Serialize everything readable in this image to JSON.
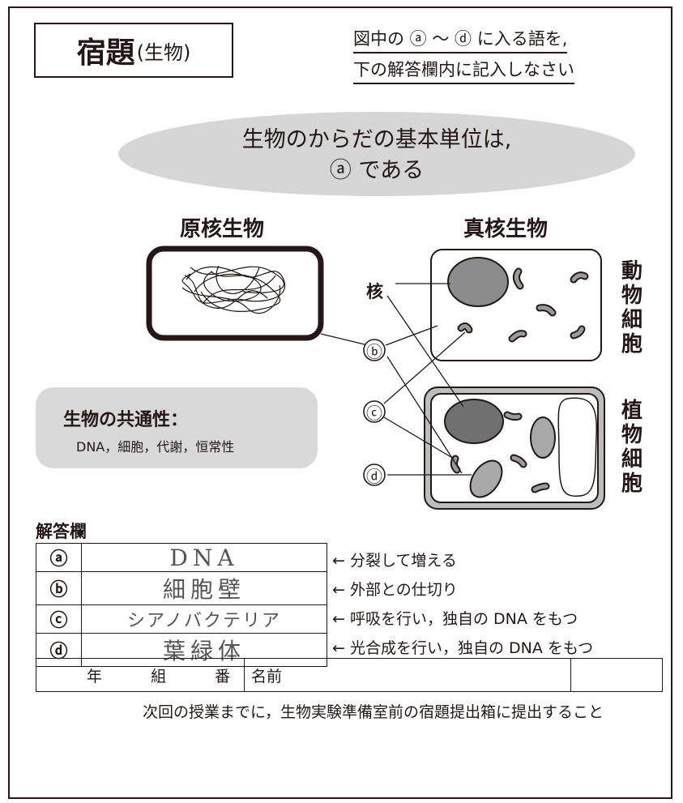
{
  "header": {
    "title_main": "宿題",
    "title_sub": "(生物)",
    "instruction_line1": "図中の ⓐ ～ ⓓ に入る語を,",
    "instruction_line2": "下の解答欄内に記入しなさい"
  },
  "headline": {
    "line1": "生物のからだの基本単位は,",
    "line2": "ⓐ である"
  },
  "diagram": {
    "prokaryote_label": "原核生物",
    "eukaryote_label": "真核生物",
    "animal_cell_label": "動物細胞",
    "plant_cell_label": "植物細胞",
    "nucleus_label": "核",
    "marker_b": "ⓑ",
    "marker_c": "ⓒ",
    "marker_d": "ⓓ"
  },
  "common_traits": {
    "title": "生物の共通性：",
    "list": "DNA，細胞，代謝，恒常性"
  },
  "answer_section": {
    "heading": "解答欄",
    "rows": [
      {
        "label": "ⓐ",
        "answer": "DNA",
        "hint": "← 分裂して増える"
      },
      {
        "label": "ⓑ",
        "answer": "細胞壁",
        "hint": "← 外部との仕切り"
      },
      {
        "label": "ⓒ",
        "answer": "シアノバクテリア",
        "hint": "← 呼吸を行い，独自の DNA をもつ"
      },
      {
        "label": "ⓓ",
        "answer": "葉緑体",
        "hint": "← 光合成を行い，独自の DNA をもつ"
      }
    ]
  },
  "name_box": {
    "year": "年",
    "class": "組",
    "number": "番",
    "name": "名前"
  },
  "footer": "次回の授業までに，生物実験準備室前の宿題提出箱に提出すること"
}
